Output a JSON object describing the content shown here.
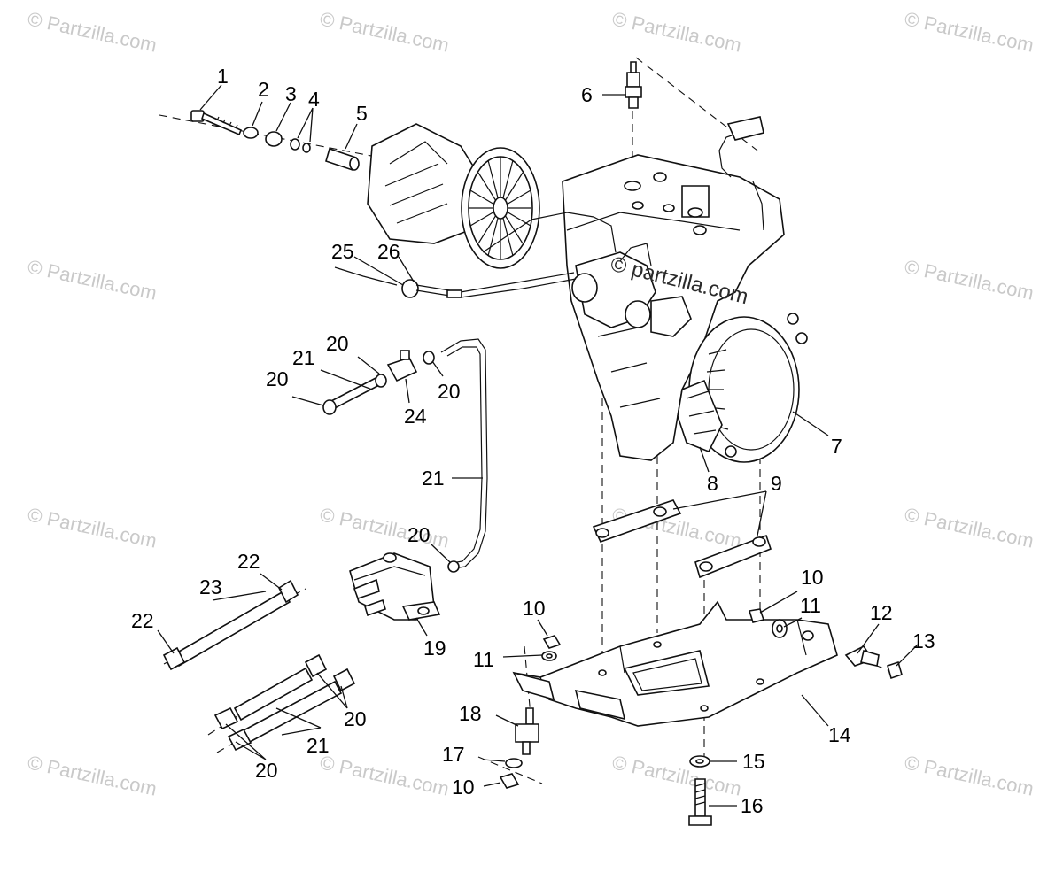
{
  "watermark": {
    "text": "© Partzilla.com",
    "center_text": "© partzilla.com"
  },
  "callouts": {
    "c1": "1",
    "c2": "2",
    "c3": "3",
    "c4": "4",
    "c5": "5",
    "c6": "6",
    "c7": "7",
    "c8": "8",
    "c9": "9",
    "c10a": "10",
    "c10b": "10",
    "c10c": "10",
    "c11a": "11",
    "c11b": "11",
    "c12": "12",
    "c13": "13",
    "c14": "14",
    "c15": "15",
    "c16": "16",
    "c17": "17",
    "c18": "18",
    "c19": "19",
    "c20a": "20",
    "c20b": "20",
    "c20c": "20",
    "c20d": "20",
    "c20e": "20",
    "c20f": "20",
    "c21a": "21",
    "c21b": "21",
    "c21c": "21",
    "c22a": "22",
    "c22b": "22",
    "c23": "23",
    "c24": "24",
    "c25": "25",
    "c26": "26"
  },
  "colors": {
    "line": "#111111",
    "watermark": "#c9c9c9",
    "background": "#ffffff"
  }
}
